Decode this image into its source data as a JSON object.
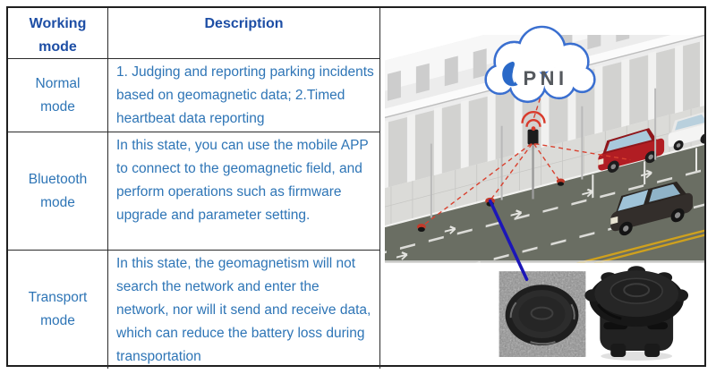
{
  "table": {
    "headers": {
      "mode": "Working mode",
      "description": "Description"
    },
    "rows": [
      {
        "mode": "Normal mode",
        "description": "1. Judging and reporting parking incidents based on geomagnetic data; 2.Timed heartbeat data reporting"
      },
      {
        "mode": "Bluetooth mode",
        "description": "In this state, you can use the mobile APP to connect to the geomagnetic field, and perform operations such as firmware upgrade and parameter setting."
      },
      {
        "mode": "Transport mode",
        "description": "In this state, the geomagnetism will not search the network and enter the network, nor will it send and receive data, which can reduce the battery loss during transportation"
      }
    ]
  },
  "illustration": {
    "cloud_text": "PNI",
    "colors": {
      "header_text": "#1d4ea5",
      "body_text": "#2e75b6",
      "cloud_stroke": "#3a6fd0",
      "wifi_red": "#d93a2b",
      "sensor_link_blue": "#1c16b8",
      "road_gray": "#6a6e63",
      "yellow_line": "#cfa11d",
      "red_car": "#b11d23",
      "dark_car": "#332e2b"
    }
  }
}
